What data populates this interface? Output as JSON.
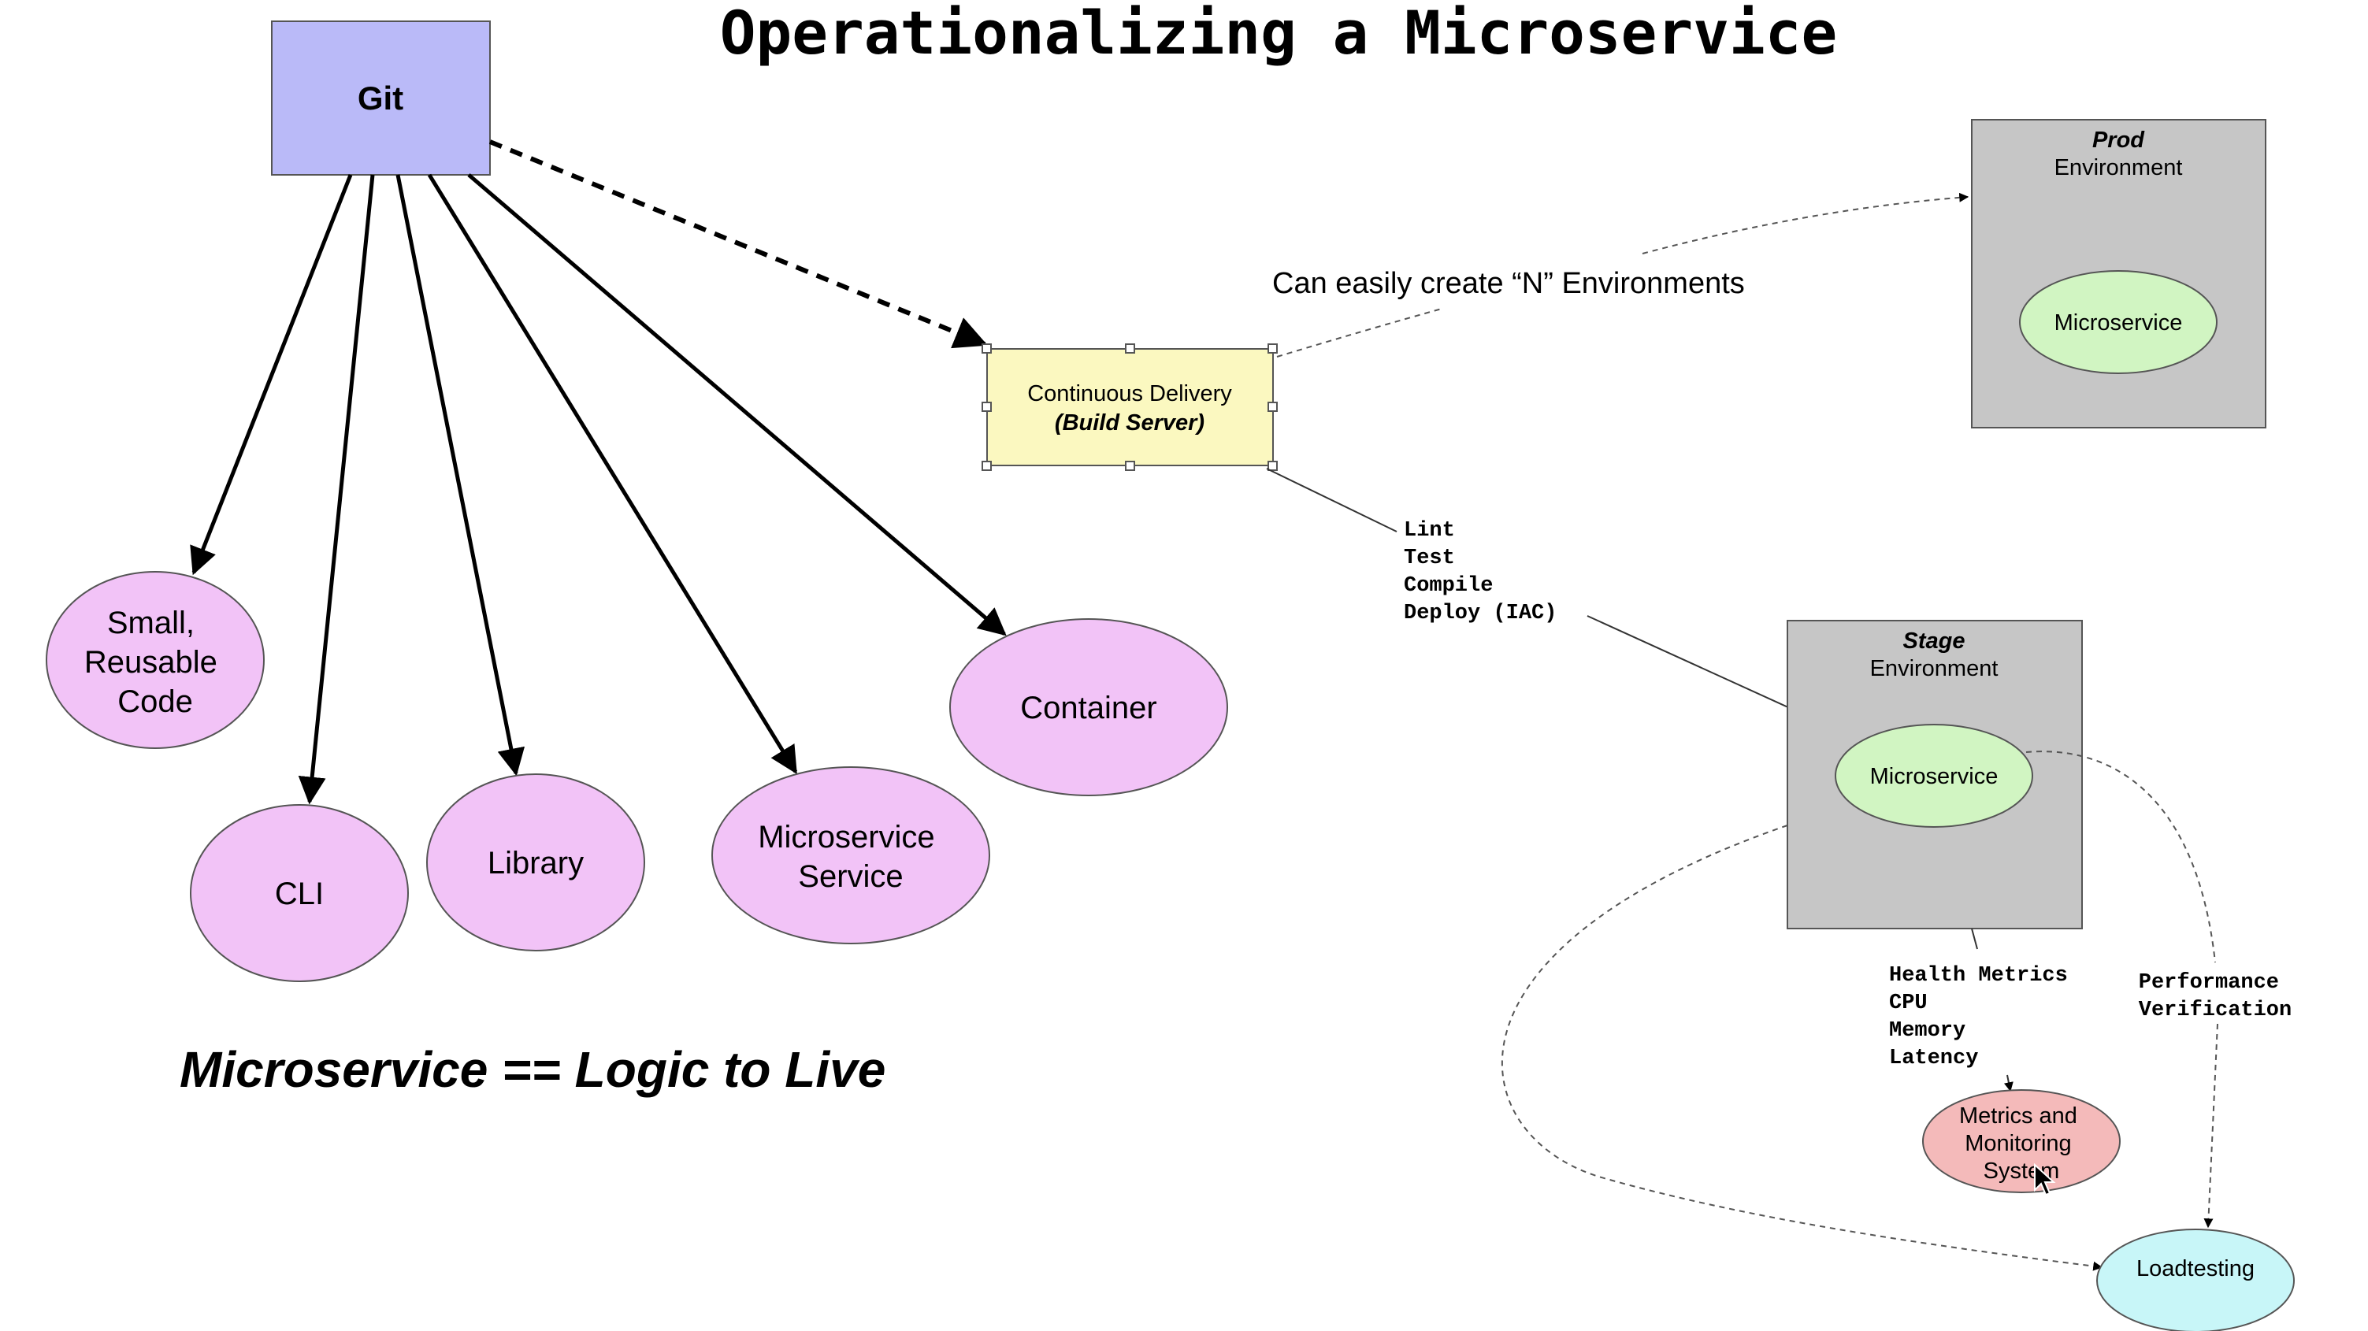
{
  "title": "Operationalizing a Microservice",
  "tagline": "Microservice == Logic to Live",
  "git": {
    "label": "Git"
  },
  "targets": [
    {
      "id": "small-reusable-code",
      "lines": [
        "Small,",
        "Reusable",
        "Code"
      ]
    },
    {
      "id": "cli",
      "lines": [
        "CLI"
      ]
    },
    {
      "id": "library",
      "lines": [
        "Library"
      ]
    },
    {
      "id": "microservice-service",
      "lines": [
        "Microservice",
        "Service"
      ]
    },
    {
      "id": "container",
      "lines": [
        "Container"
      ]
    }
  ],
  "build_server": {
    "line1": "Continuous Delivery",
    "line2": "(Build Server)"
  },
  "environments_note": "Can easily create “N” Environments",
  "prod": {
    "name": "Prod",
    "sub": "Environment",
    "service": "Microservice"
  },
  "stage": {
    "name": "Stage",
    "sub": "Environment",
    "service": "Microservice"
  },
  "pipeline_steps": [
    "Lint",
    "Test",
    "Compile",
    "Deploy (IAC)"
  ],
  "health_metrics": [
    "Health Metrics",
    "CPU",
    "Memory",
    "Latency"
  ],
  "performance": [
    "Performance",
    "Verification"
  ],
  "metrics_system": {
    "lines": [
      "Metrics and",
      "Monitoring",
      "System"
    ]
  },
  "loadtesting": {
    "label": "Loadtesting"
  },
  "colors": {
    "git_fill": "#babaf8",
    "target_fill": "#f2c3f7",
    "build_fill": "#fbf8c0",
    "env_fill": "#c6c6c6",
    "service_fill": "#d1f5c2",
    "metrics_fill": "#f4baba",
    "loadtest_fill": "#c8f6f8"
  }
}
